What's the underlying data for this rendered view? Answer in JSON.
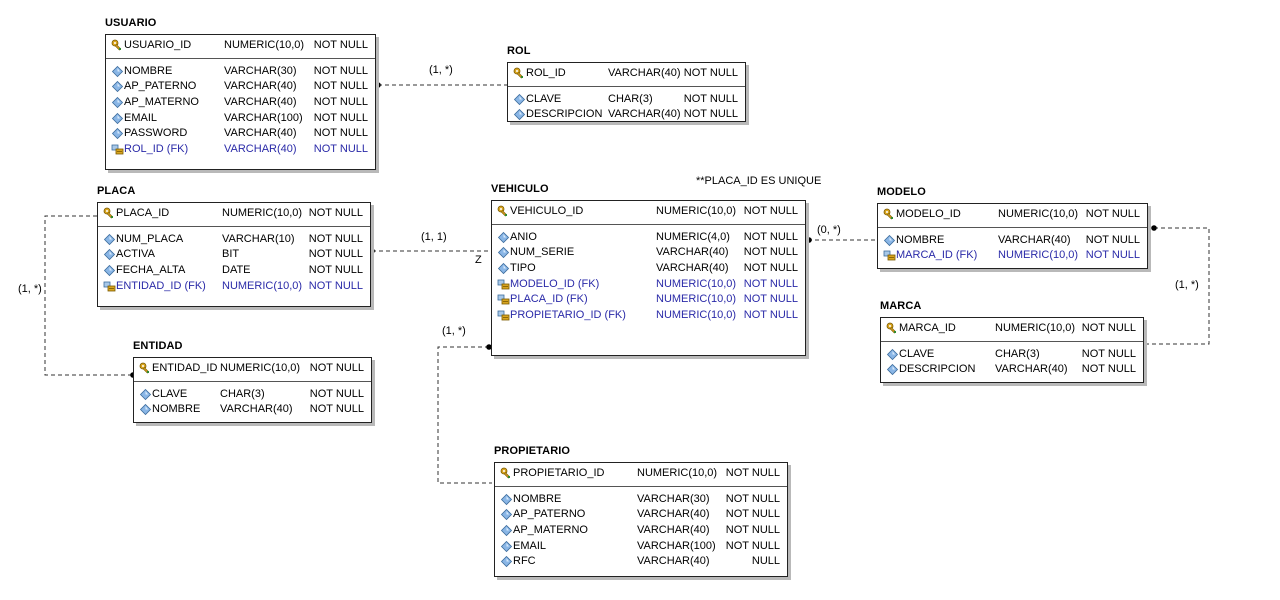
{
  "note": "**PLACA_ID ES UNIQUE",
  "cardinalities": {
    "usuario_rol": "(1, *)",
    "placa_vehiculo": "(1, 1)",
    "placa_vehiculo_end": "Z",
    "placa_entidad": "(1, *)",
    "vehiculo_modelo": "(0, *)",
    "modelo_marca": "(1, *)",
    "vehiculo_propietario": "(1, *)"
  },
  "icons": {
    "pk": "key-icon",
    "attr": "diamond-icon",
    "fk": "foreign-key-icon"
  },
  "colors": {
    "fk_text": "#2a2aa8",
    "border": "#222222",
    "shadow": "#b9b9b9",
    "line": "#333333"
  },
  "entities": {
    "usuario": {
      "title": "USUARIO",
      "pk": [
        {
          "name": "USUARIO_ID",
          "type": "NUMERIC(10,0)",
          "null": "NOT NULL"
        }
      ],
      "attrs": [
        {
          "name": "NOMBRE",
          "type": "VARCHAR(30)",
          "null": "NOT NULL"
        },
        {
          "name": "AP_PATERNO",
          "type": "VARCHAR(40)",
          "null": "NOT NULL"
        },
        {
          "name": "AP_MATERNO",
          "type": "VARCHAR(40)",
          "null": "NOT NULL"
        },
        {
          "name": "EMAIL",
          "type": "VARCHAR(100)",
          "null": "NOT NULL"
        },
        {
          "name": "PASSWORD",
          "type": "VARCHAR(40)",
          "null": "NOT NULL"
        },
        {
          "name": "ROL_ID (FK)",
          "type": "VARCHAR(40)",
          "null": "NOT NULL",
          "fk": true
        }
      ]
    },
    "rol": {
      "title": "ROL",
      "pk": [
        {
          "name": "ROL_ID",
          "type": "VARCHAR(40)",
          "null": "NOT NULL"
        }
      ],
      "attrs": [
        {
          "name": "CLAVE",
          "type": "CHAR(3)",
          "null": "NOT NULL"
        },
        {
          "name": "DESCRIPCION",
          "type": "VARCHAR(40)",
          "null": "NOT NULL"
        }
      ]
    },
    "placa": {
      "title": "PLACA",
      "pk": [
        {
          "name": "PLACA_ID",
          "type": "NUMERIC(10,0)",
          "null": "NOT NULL"
        }
      ],
      "attrs": [
        {
          "name": "NUM_PLACA",
          "type": "VARCHAR(10)",
          "null": "NOT NULL"
        },
        {
          "name": "ACTIVA",
          "type": "BIT",
          "null": "NOT NULL"
        },
        {
          "name": "FECHA_ALTA",
          "type": "DATE",
          "null": "NOT NULL"
        },
        {
          "name": "ENTIDAD_ID (FK)",
          "type": "NUMERIC(10,0)",
          "null": "NOT NULL",
          "fk": true
        }
      ]
    },
    "entidad": {
      "title": "ENTIDAD",
      "pk": [
        {
          "name": "ENTIDAD_ID",
          "type": "NUMERIC(10,0)",
          "null": "NOT NULL"
        }
      ],
      "attrs": [
        {
          "name": "CLAVE",
          "type": "CHAR(3)",
          "null": "NOT NULL"
        },
        {
          "name": "NOMBRE",
          "type": "VARCHAR(40)",
          "null": "NOT NULL"
        }
      ]
    },
    "vehiculo": {
      "title": "VEHICULO",
      "pk": [
        {
          "name": "VEHICULO_ID",
          "type": "NUMERIC(10,0)",
          "null": "NOT NULL"
        }
      ],
      "attrs": [
        {
          "name": "ANIO",
          "type": "NUMERIC(4,0)",
          "null": "NOT NULL"
        },
        {
          "name": "NUM_SERIE",
          "type": "VARCHAR(40)",
          "null": "NOT NULL"
        },
        {
          "name": "TIPO",
          "type": "VARCHAR(40)",
          "null": "NOT NULL"
        },
        {
          "name": "MODELO_ID (FK)",
          "type": "NUMERIC(10,0)",
          "null": "NOT NULL",
          "fk": true
        },
        {
          "name": "PLACA_ID (FK)",
          "type": "NUMERIC(10,0)",
          "null": "NOT NULL",
          "fk": true
        },
        {
          "name": "PROPIETARIO_ID (FK)",
          "type": "NUMERIC(10,0)",
          "null": "NOT NULL",
          "fk": true
        }
      ]
    },
    "modelo": {
      "title": "MODELO",
      "pk": [
        {
          "name": "MODELO_ID",
          "type": "NUMERIC(10,0)",
          "null": "NOT NULL"
        }
      ],
      "attrs": [
        {
          "name": "NOMBRE",
          "type": "VARCHAR(40)",
          "null": "NOT NULL"
        },
        {
          "name": "MARCA_ID (FK)",
          "type": "NUMERIC(10,0)",
          "null": "NOT NULL",
          "fk": true
        }
      ]
    },
    "marca": {
      "title": "MARCA",
      "pk": [
        {
          "name": "MARCA_ID",
          "type": "NUMERIC(10,0)",
          "null": "NOT NULL"
        }
      ],
      "attrs": [
        {
          "name": "CLAVE",
          "type": "CHAR(3)",
          "null": "NOT NULL"
        },
        {
          "name": "DESCRIPCION",
          "type": "VARCHAR(40)",
          "null": "NOT NULL"
        }
      ]
    },
    "propietario": {
      "title": "PROPIETARIO",
      "pk": [
        {
          "name": "PROPIETARIO_ID",
          "type": "NUMERIC(10,0)",
          "null": "NOT NULL"
        }
      ],
      "attrs": [
        {
          "name": "NOMBRE",
          "type": "VARCHAR(30)",
          "null": "NOT NULL"
        },
        {
          "name": "AP_PATERNO",
          "type": "VARCHAR(40)",
          "null": "NOT NULL"
        },
        {
          "name": "AP_MATERNO",
          "type": "VARCHAR(40)",
          "null": "NOT NULL"
        },
        {
          "name": "EMAIL",
          "type": "VARCHAR(100)",
          "null": "NOT NULL"
        },
        {
          "name": "RFC",
          "type": "VARCHAR(40)",
          "null": "NULL"
        }
      ]
    }
  }
}
